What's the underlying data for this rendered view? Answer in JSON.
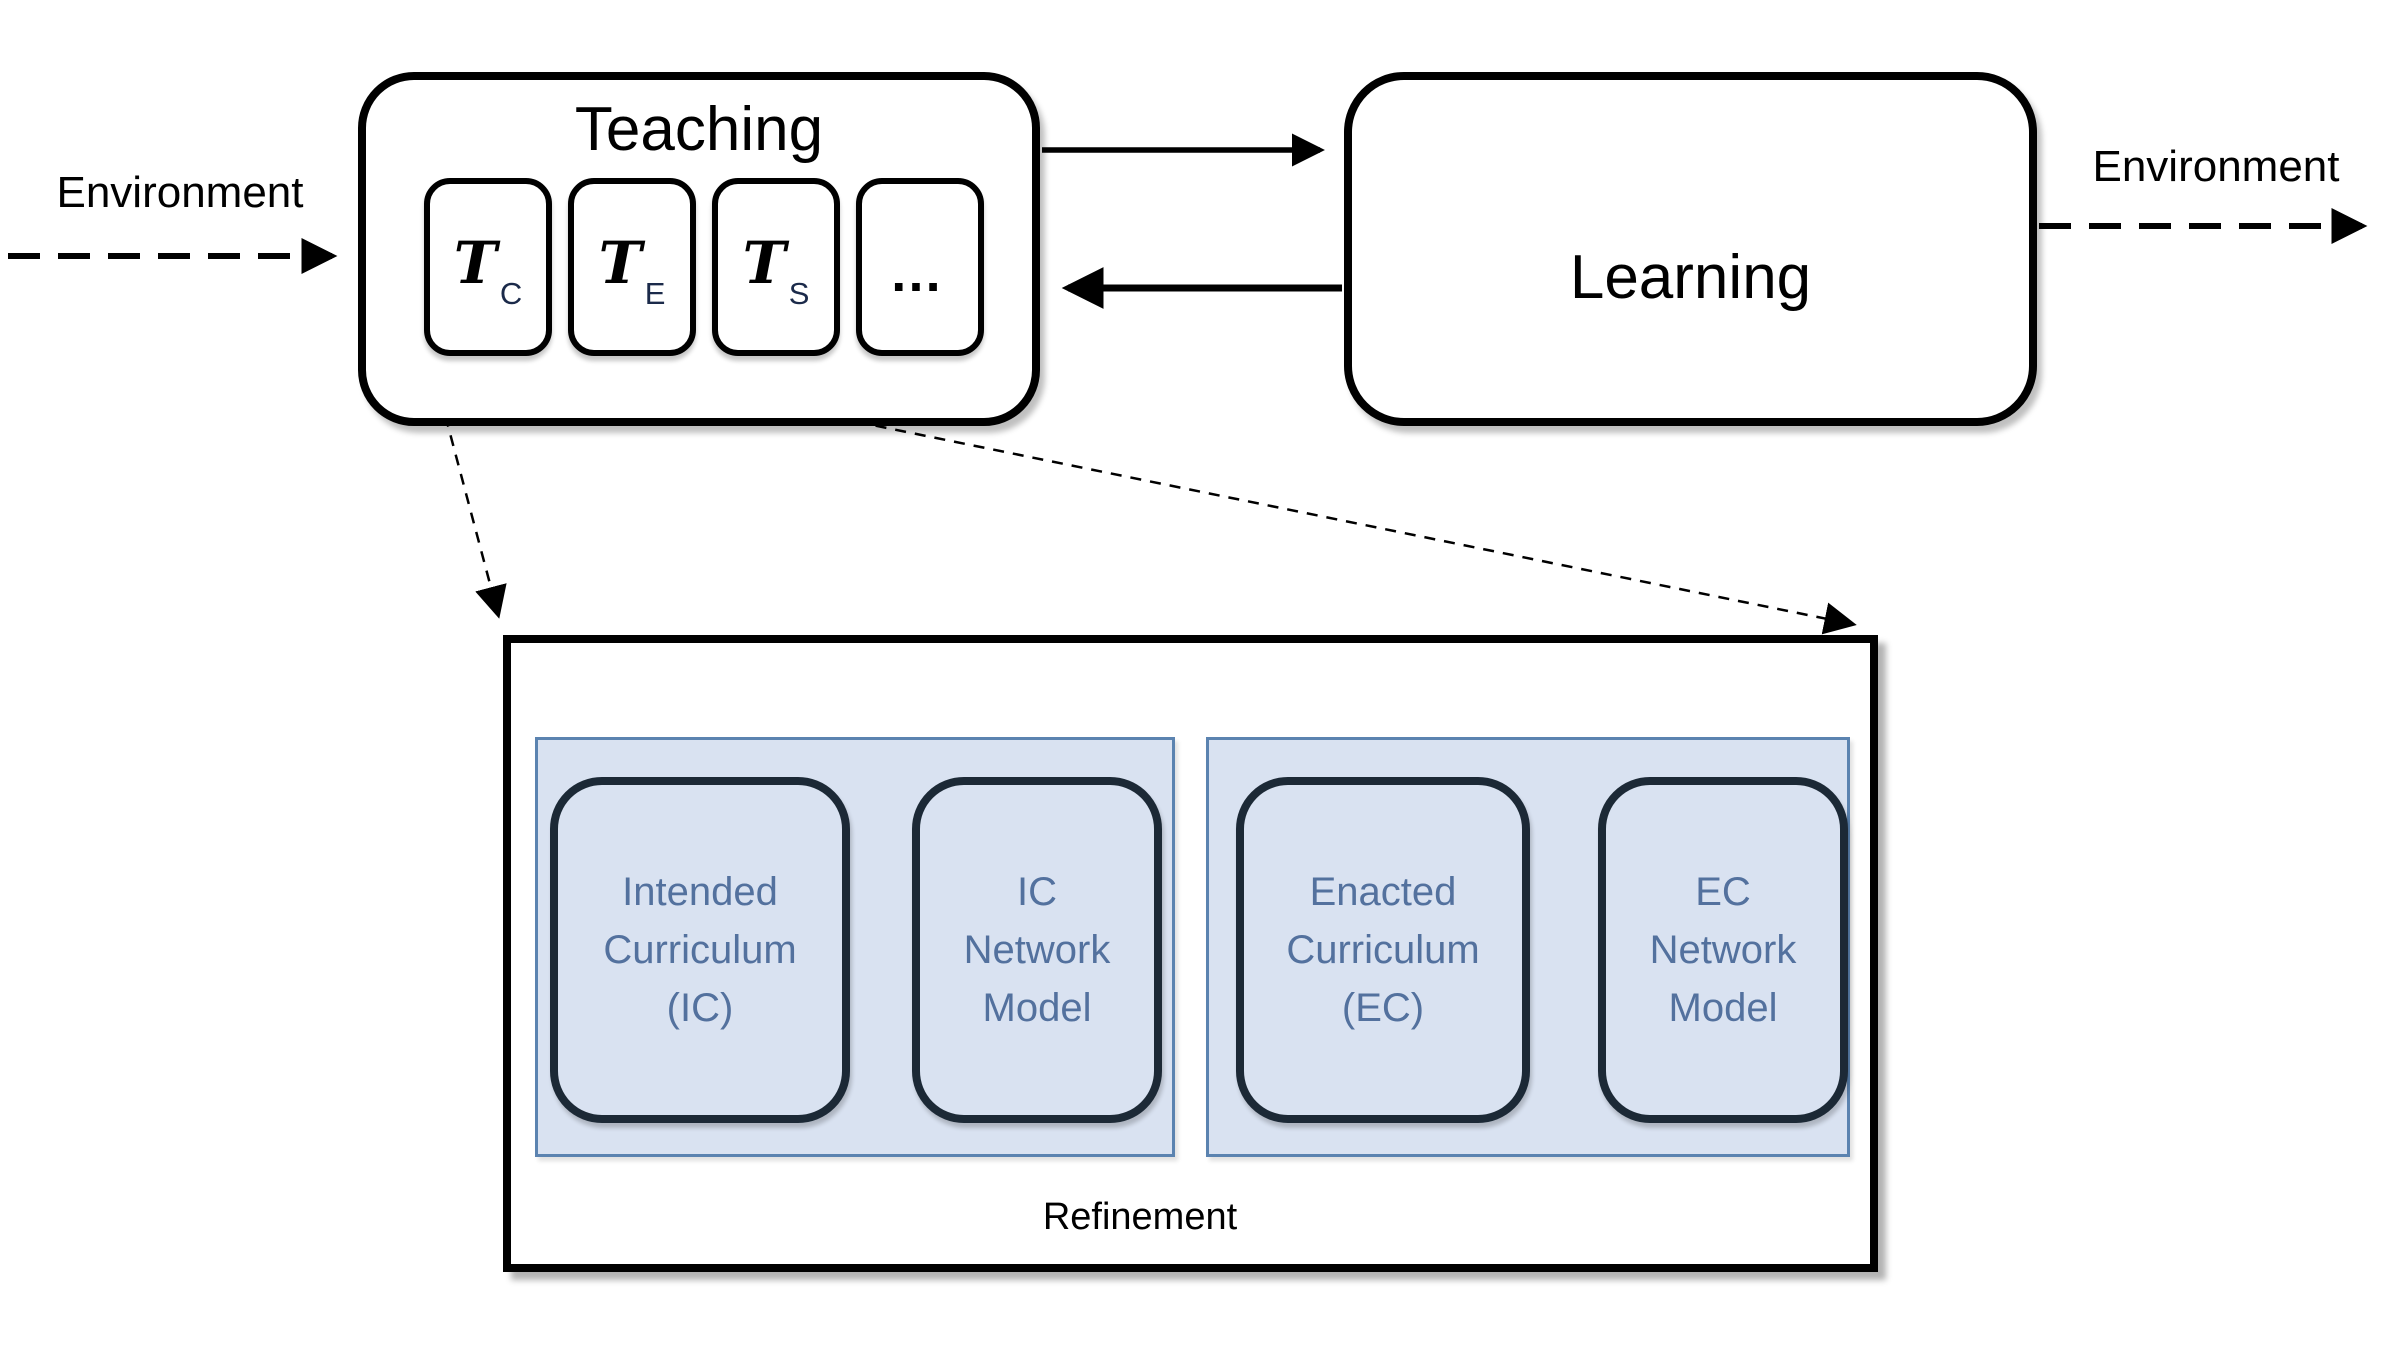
{
  "colors": {
    "panel_fill": "#d9e2f1",
    "panel_border": "#5b83b0",
    "node_border": "#1c2936",
    "node_text": "#53719e",
    "ink": "#000000",
    "sub_color": "#1b2a4a"
  },
  "top": {
    "environment_left": "Environment",
    "environment_right": "Environment",
    "teaching": {
      "title": "Teaching",
      "modules": [
        {
          "symbol": "T",
          "subscript": "C"
        },
        {
          "symbol": "T",
          "subscript": "E"
        },
        {
          "symbol": "T",
          "subscript": "S"
        },
        {
          "symbol": "…"
        }
      ]
    },
    "learning": {
      "title": "Learning"
    }
  },
  "detail": {
    "nodes": [
      {
        "line1": "Intended",
        "line2": "Curriculum",
        "line3": "(IC)"
      },
      {
        "line1": "IC",
        "line2": "Network",
        "line3": "Model"
      },
      {
        "line1": "Enacted",
        "line2": "Curriculum",
        "line3": "(EC)"
      },
      {
        "line1": "EC",
        "line2": "Network",
        "line3": "Model"
      }
    ],
    "feedback_label": "Refinement"
  }
}
